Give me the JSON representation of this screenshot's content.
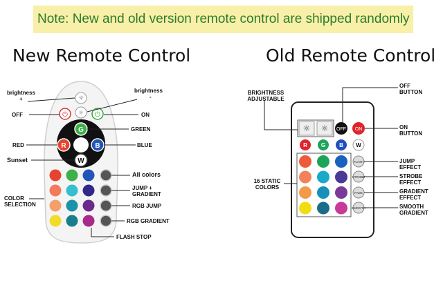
{
  "note": "Note: New and old version remote control are shipped randomly",
  "new_remote": {
    "title": "New Remote Control",
    "labels": {
      "brightness_plus": "brightness",
      "plus_sign": "+",
      "brightness_minus": "brightness",
      "minus_sign": "-",
      "off": "OFF",
      "on": "ON",
      "green": "GREEN",
      "red": "RED",
      "blue": "BLUE",
      "sunset": "Sunset",
      "all_colors": "All colors",
      "jump_gradient": "JUMP + GRADIENT",
      "rgb_jump": "RGB JUMP",
      "rgb_gradient": "RGB GRADIENT",
      "flash_stop": "FLASH STOP",
      "color_selection": "COLOR SELECTION"
    },
    "buttons": {
      "g": "G",
      "r": "R",
      "b": "B",
      "w": "W"
    }
  },
  "old_remote": {
    "title": "Old Remote Control",
    "labels": {
      "brightness": "BRIGHTNESS ADJUSTABLE",
      "off": "OFF BUTTON",
      "on": "ON BUTTON",
      "static": "16 STATIC COLORS",
      "jump": "JUMP EFFECT",
      "strobe": "STROBE EFFECT",
      "gradient": "GRADIENT EFFECT",
      "smooth": "SMOOTH GRADIENT"
    },
    "buttons": {
      "off": "OFF",
      "on": "ON",
      "r": "R",
      "g": "G",
      "b": "B",
      "w": "W",
      "flash": "FLASH",
      "strobe": "STROBE",
      "fade": "FADE",
      "smooth": "SMOOTH"
    }
  },
  "colors": {
    "grid": [
      [
        "#e8432f",
        "#3db04a",
        "#2255b8"
      ],
      [
        "#f37a5a",
        "#36bfd0",
        "#32288a"
      ],
      [
        "#f3a06a",
        "#1a92a8",
        "#6a2a8a"
      ],
      [
        "#f2dc2a",
        "#187e8e",
        "#a82a8a"
      ]
    ],
    "old_grid": [
      [
        "#ef5a3a",
        "#1ea45a",
        "#1862c0"
      ],
      [
        "#f3825a",
        "#1aa8cc",
        "#4a3a98"
      ],
      [
        "#f39a4a",
        "#1890b8",
        "#7a3a98"
      ],
      [
        "#f2dc12",
        "#186e8a",
        "#c83a9a"
      ]
    ]
  }
}
